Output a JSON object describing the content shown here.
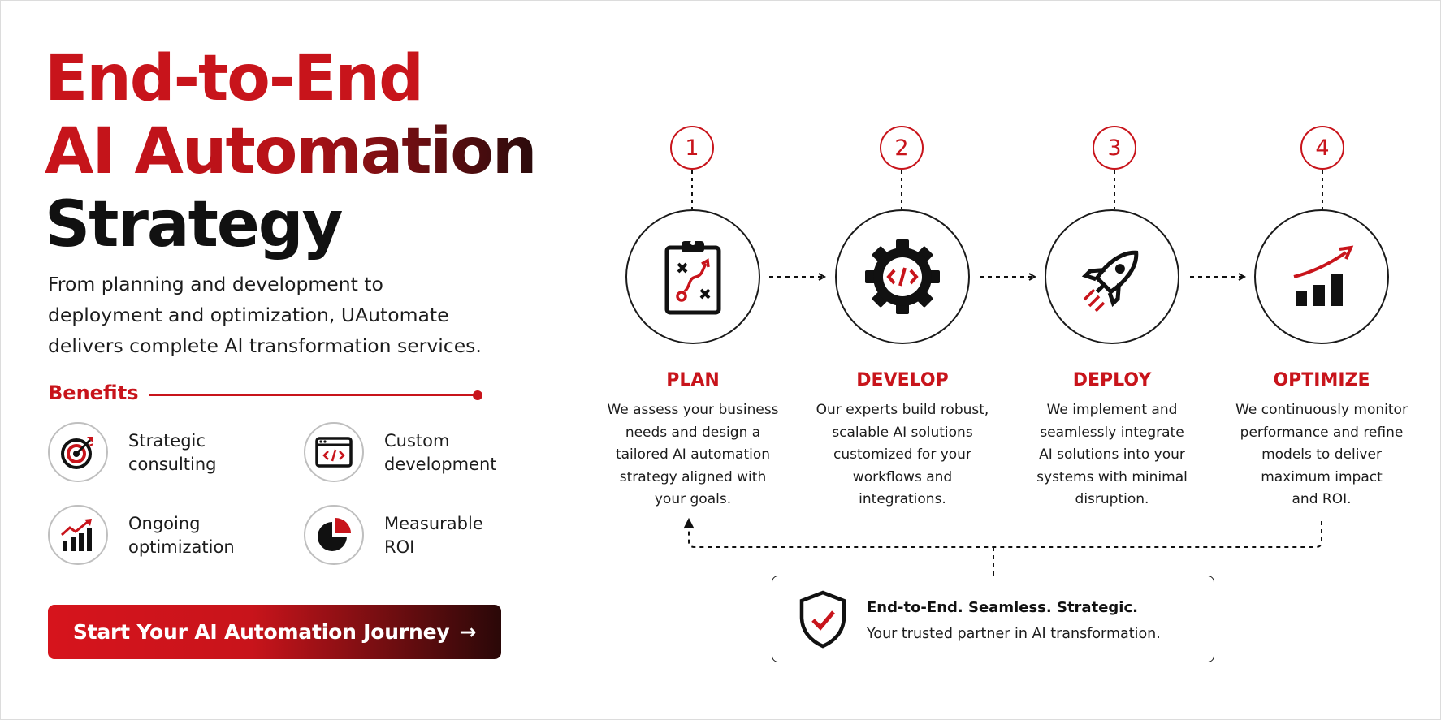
{
  "hero": {
    "title_line1": "End-to-End",
    "title_line2": "AI Automation",
    "title_line3": "Strategy",
    "subtitle": "From planning and development to deployment and optimization, UAutomate delivers complete AI transformation services."
  },
  "benefits": {
    "heading": "Benefits",
    "items": [
      {
        "label": "Strategic\nconsulting",
        "icon": "target-icon"
      },
      {
        "label": "Custom\ndevelopment",
        "icon": "code-window-icon"
      },
      {
        "label": "Ongoing\noptimization",
        "icon": "growth-chart-icon"
      },
      {
        "label": "Measurable\nROI",
        "icon": "pie-chart-icon"
      }
    ]
  },
  "cta": {
    "label": "Start Your AI Automation Journey",
    "arrow": "→"
  },
  "steps": [
    {
      "number": "1",
      "title": "PLAN",
      "icon": "clipboard-strategy-icon",
      "description": "We assess your business\nneeds and design a\ntailored AI automation\nstrategy aligned with\nyour goals."
    },
    {
      "number": "2",
      "title": "DEVELOP",
      "icon": "gear-code-icon",
      "description": "Our experts build robust,\nscalable AI solutions\ncustomized for your\nworkflows and\nintegrations."
    },
    {
      "number": "3",
      "title": "DEPLOY",
      "icon": "rocket-icon",
      "description": "We implement and\nseamlessly integrate\nAI solutions into your\nsystems with minimal\ndisruption."
    },
    {
      "number": "4",
      "title": "OPTIMIZE",
      "icon": "bar-chart-growth-icon",
      "description": "We continuously monitor\nperformance and refine\nmodels to deliver\nmaximum impact\nand ROI."
    }
  ],
  "callout": {
    "title": "End-to-End. Seamless. Strategic.",
    "subtitle": "Your trusted partner in AI transformation.",
    "icon": "shield-check-icon"
  },
  "colors": {
    "accent": "#c8141b",
    "dark": "#111111",
    "border": "#1a1a1a"
  }
}
